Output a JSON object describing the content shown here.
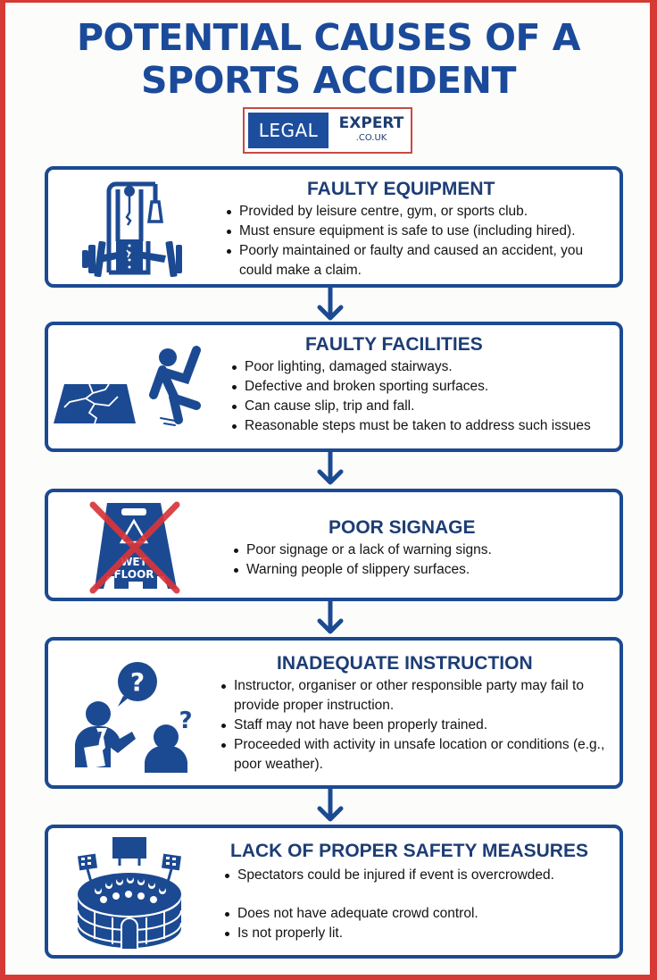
{
  "title": {
    "line1": "POTENTIAL CAUSES OF A",
    "line2": "SPORTS ACCIDENT"
  },
  "logo": {
    "left_text": "LEGAL",
    "right_text": "EXPERT",
    "domain_text": ".CO.UK"
  },
  "colors": {
    "primary_blue": "#1c4a92",
    "heading_blue": "#1d3d75",
    "frame_red": "#d63a34",
    "cross_red": "#d8353a",
    "background": "#fcfcfa"
  },
  "sections": [
    {
      "heading": "FAULTY EQUIPMENT",
      "icon": "broken-gym-machine-icon",
      "bullets": [
        "Provided by leisure centre, gym, or sports club.",
        "Must ensure equipment is safe to use (including hired).",
        "Poorly maintained or faulty and caused an accident, you could make a claim."
      ]
    },
    {
      "heading": "FAULTY FACILITIES",
      "icon": "cracked-floor-slipping-person-icon",
      "bullets": [
        "Poor lighting, damaged stairways.",
        "Defective and broken sporting surfaces.",
        "Can cause slip, trip and fall.",
        "Reasonable steps must be taken to address such issues"
      ]
    },
    {
      "heading": "POOR SIGNAGE",
      "icon": "crossed-out-wet-floor-sign-icon",
      "sign_text_top": "WET",
      "sign_text_bottom": "FLOOR",
      "bullets": [
        "Poor signage or a lack of warning signs.",
        "Warning people of slippery surfaces."
      ]
    },
    {
      "heading": "INADEQUATE INSTRUCTION",
      "icon": "confused-instructor-and-person-icon",
      "bullets": [
        "Instructor, organiser or other responsible party may fail to provide proper instruction.",
        "Staff may not have been properly trained.",
        "Proceeded with activity in unsafe location or conditions (e.g., poor weather)."
      ]
    },
    {
      "heading": "LACK OF PROPER SAFETY MEASURES",
      "icon": "crowded-stadium-icon",
      "bullets": [
        "Spectators could be injured if event is overcrowded.",
        "Does not have adequate crowd control.",
        "Is not properly lit."
      ]
    }
  ]
}
